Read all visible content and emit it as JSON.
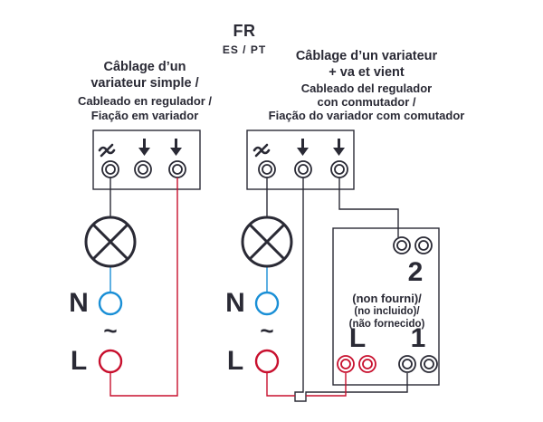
{
  "header": {
    "lang_main": "FR",
    "lang_alt": "ES / PT"
  },
  "left_diagram": {
    "title_fr_line1": "Câblage d’un",
    "title_fr_line2": "variateur simple /",
    "title_es": "Cableado en regulador /",
    "title_pt": "Fiação em variador",
    "neutral_label": "N",
    "live_label": "L",
    "tilde": "~"
  },
  "right_diagram": {
    "title_fr_line1": "Câblage d’un variateur",
    "title_fr_line2": "+ va et vient",
    "title_es_line1": "Cableado del regulador",
    "title_es_line2": "con conmutador /",
    "title_pt": "Fiação do variador com comutador",
    "neutral_label": "N",
    "live_label": "L",
    "tilde": "~"
  },
  "switch_box": {
    "terminal_top": "2",
    "note_fr": "(non fourni)/",
    "note_es": "(no incluido)/",
    "note_pt": "(não fornecido)",
    "terminal_l": "L",
    "terminal_1": "1"
  },
  "colors": {
    "text": "#2a2a35",
    "wire_black": "#2a2a35",
    "wire_blue": "#1a8fd6",
    "wire_red": "#c8102e"
  },
  "icons": [
    "dimmer-symbol-icon",
    "arrow-down-icon",
    "lamp-icon",
    "terminal-icon"
  ]
}
